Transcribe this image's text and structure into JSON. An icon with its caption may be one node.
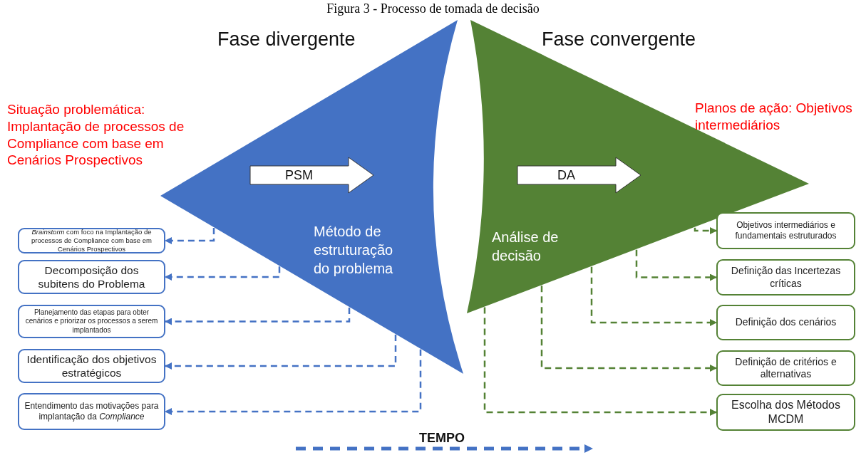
{
  "diagram": {
    "title": "Figura 3 - Processo de tomada de decisão",
    "nodes": [
      {
        "text": [
          "Fase divergente",
          "Método de estruturação do problema"
        ]
      },
      {
        "text": [
          "PSM"
        ],
        "in": 0
      },
      {
        "text": [
          "Fase convergente",
          "Análise de decisão"
        ]
      },
      {
        "text": [
          "DA"
        ],
        "in": 2
      },
      {
        "text": [
          "*Brainstorm* com foco na Implantação de processos de Compliance com base em Cenários Prospectivos"
        ]
      },
      {
        "text": [
          "Decomposição dos subitens do Problema"
        ]
      },
      {
        "text": [
          "Planejamento das etapas para obter cenários e priorizar os processos a serem implantados"
        ]
      },
      {
        "text": [
          "Identificação dos objetivos estratégicos"
        ]
      },
      {
        "text": [
          "Entendimento das motivações para implantação da *Compliance*"
        ]
      },
      {
        "text": [
          "Objetivos intermediários e fundamentais estruturados"
        ]
      },
      {
        "text": [
          "Definição das Incertezas críticas"
        ]
      },
      {
        "text": [
          "Definição dos cenários"
        ]
      },
      {
        "text": [
          "Definição de critérios e alternativas"
        ]
      },
      {
        "text": [
          "Escolha dos Métodos MCDM"
        ]
      }
    ],
    "edges": [
      {
        "from": 0,
        "to": 4,
        "arrow": "to",
        "style": "dashed",
        "color": "#4472c4"
      },
      {
        "from": 0,
        "to": 5,
        "arrow": "to",
        "style": "dashed",
        "color": "#4472c4"
      },
      {
        "from": 0,
        "to": 6,
        "arrow": "to",
        "style": "dashed",
        "color": "#4472c4"
      },
      {
        "from": 0,
        "to": 7,
        "arrow": "to",
        "style": "dashed",
        "color": "#4472c4"
      },
      {
        "from": 0,
        "to": 8,
        "arrow": "to",
        "style": "dashed",
        "color": "#4472c4"
      },
      {
        "from": 2,
        "to": 9,
        "arrow": "to",
        "style": "dashed",
        "color": "#548235"
      },
      {
        "from": 2,
        "to": 10,
        "arrow": "to",
        "style": "dashed",
        "color": "#548235"
      },
      {
        "from": 2,
        "to": 11,
        "arrow": "to",
        "style": "dashed",
        "color": "#548235"
      },
      {
        "from": 2,
        "to": 12,
        "arrow": "to",
        "style": "dashed",
        "color": "#548235"
      },
      {
        "from": 2,
        "to": 13,
        "arrow": "to",
        "style": "dashed",
        "color": "#548235"
      }
    ],
    "labels": [
      "Situação problemática: Implantação de processos de Compliance com base em Cenários Prospectivos",
      "Planos de ação: Objetivos intermediários",
      "TEMPO"
    ]
  }
}
